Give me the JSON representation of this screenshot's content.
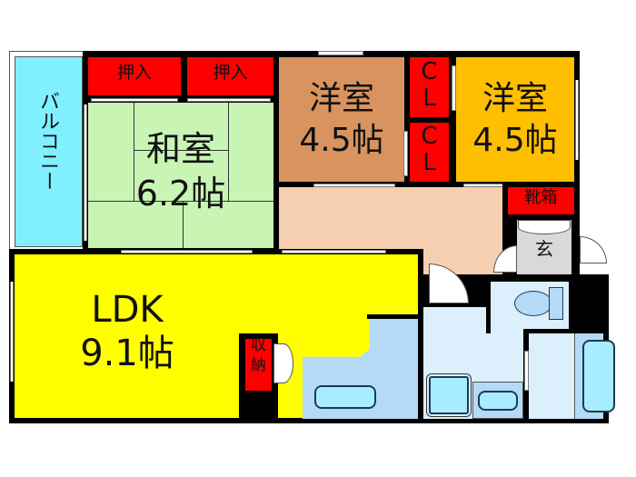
{
  "plan": {
    "rooms": {
      "balcony": {
        "label": "バルコニー",
        "color": "#80f0ff"
      },
      "washitsu": {
        "name": "和室",
        "size": "6.2帖",
        "color": "#c8f5b4"
      },
      "oshiire_1": {
        "label": "押入",
        "color": "#ff0000"
      },
      "oshiire_2": {
        "label": "押入",
        "color": "#ff0000"
      },
      "yoshitsu_1": {
        "name": "洋室",
        "size": "4.5帖",
        "color": "#d9935f"
      },
      "closet_1": {
        "label_c": "C",
        "label_l": "L",
        "color": "#ff0000"
      },
      "closet_2": {
        "label_c": "C",
        "label_l": "L",
        "color": "#ff0000"
      },
      "yoshitsu_2": {
        "name": "洋室",
        "size": "4.5帖",
        "color": "#ffbf00"
      },
      "hallway": {
        "color": "#f5cfb0"
      },
      "shoe_box": {
        "label": "靴箱",
        "color": "#ff0000"
      },
      "entrance": {
        "label": "玄",
        "color": "#d9d9d9"
      },
      "ldk": {
        "name": "LDK",
        "size": "9.1帖",
        "color": "#ffff00"
      },
      "storage": {
        "label_1": "収",
        "label_2": "納",
        "color": "#ff0000"
      },
      "kitchen": {
        "color": "#b4daf5"
      },
      "toilet": {
        "color": "#dceffc"
      },
      "washroom": {
        "color": "#dceffc"
      },
      "bathroom": {
        "color": "#dceffc"
      }
    }
  }
}
